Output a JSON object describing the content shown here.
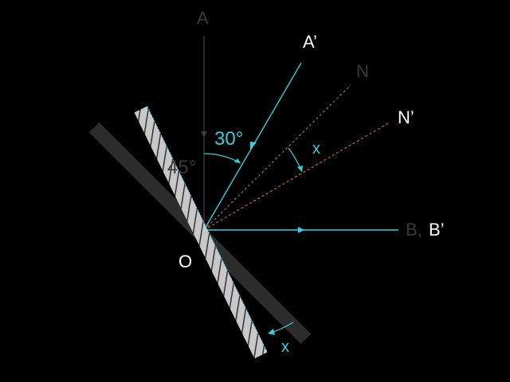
{
  "diagram": {
    "labels": {
      "a": "A",
      "a_prime": "A’",
      "n": "N",
      "n_prime": "N’",
      "b": "B,",
      "b_prime": "B’",
      "o": "O",
      "angle_30": "30°",
      "angle_45": "45°",
      "angle_x_top": "x",
      "angle_x_bottom": "x"
    },
    "colors": {
      "background": "#000000",
      "cyan": "#35d0e0",
      "dim": "#3a3a3a",
      "white": "#ffffff",
      "orange": "#e8701f",
      "gray_dash": "#8a8a8a",
      "mirror_fill": "#c8c8c8",
      "mirror_hatch": "#333333",
      "old_mirror": "#2c2c2c"
    }
  }
}
